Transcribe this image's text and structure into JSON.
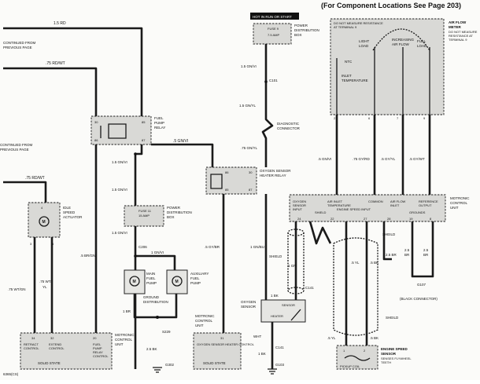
{
  "header": {
    "title": "(For Component Locations See Page 203)"
  },
  "labels": {
    "rd15": "1.5 RD",
    "continued_top": "CONTINUED FROM",
    "previous_page_top": "PREVIOUS PAGE",
    "rdwt75_top": ".75 RD/WT",
    "continued_mid": "CONTINUED FROM",
    "previous_page_mid": "PREVIOUS PAGE",
    "rdwt75_left": ".75 RD/WT",
    "hot_in_run": "HOT IN RUN OR START",
    "fuse9": "FUSE 9",
    "amp75": "7.5 AMP",
    "power_dist_1": "POWER",
    "power_dist_2": "DISTRIBUTION",
    "power_dist_3": "BOX",
    "gnvi15_a": "1.5 GN/VI",
    "c101": "C101",
    "gnyl15": "1.5 GN/YL",
    "diag_1": "DIAGNOSTIC",
    "diag_2": "CONNECTOR",
    "gnyl75": ".75 GN/YL",
    "fuel_pump_1": "FUEL",
    "fuel_pump_2": "PUMP",
    "fuel_pump_3": "RELAY",
    "gnvi5": ".5 GN/VI",
    "gnvi15_b": "1.5 GN/VI",
    "gnvi15_c": "1.5 GN/VI",
    "gnvi15_d": "1.5 GN/VI",
    "fuse11": "FUSE 11",
    "amp15": "15 AMP",
    "pdb2_1": "POWER",
    "pdb2_2": "DISTRIBUTION",
    "pdb2_3": "BOX",
    "c206": "C206",
    "gnvi1": "1 GN/VI",
    "o2_relay_1": "OXYGEN SENSOR",
    "o2_relay_2": "HEATER RELAY",
    "main_pump_1": "MAIN",
    "main_pump_2": "FUEL",
    "main_pump_3": "PUMP",
    "aux_pump_1": "AUXILIARY",
    "aux_pump_2": "FUEL",
    "aux_pump_3": "PUMP",
    "ground_dist_1": "GROUND",
    "ground_dist_2": "DISTRIBUTION",
    "br1": "1 BR",
    "s229": "S229",
    "bk25": "2.5 BK",
    "g302": "G302",
    "idle_1": "IDLE",
    "idle_2": "SPEED",
    "idle_3": "ACTUATOR",
    "br_gn": ".5 BR/GN",
    "wt_yl": ".75 WT/",
    "yl": "YL",
    "wt_gn": ".75 WT/GN",
    "motronic_1": "MOTRONIC",
    "motronic_2": "CONTROL",
    "motronic_3": "UNIT",
    "retract_1": "RETRACT",
    "retract_2": "CONTROL",
    "extend_1": "EXTEND",
    "extend_2": "CONTROL",
    "fprc_1": "FUEL",
    "fprc_2": "PUMP",
    "fprc_3": "RELAY",
    "fprc_4": "CONTROL",
    "solid_state_a": "SOLID STATE",
    "gybr5": ".5 GY/BR",
    "mcu2_1": "MOTRONIC",
    "mcu2_2": "CONTROL",
    "mcu2_3": "UNIT",
    "o2_heater_ctrl": "OXYGEN SENSOR HEATER CONTROL",
    "solid_state_b": "SOLID STATE",
    "gnbu1": "1 GN/BU",
    "shield_a": "SHIELD",
    "gn1": "1 GN",
    "c141_a": "C141",
    "bk1": "1 BK",
    "o2_sensor_1": "OXYGEN",
    "o2_sensor_2": "SENSOR",
    "sensor_lbl": "SENSOR",
    "heater_lbl": "HEATER",
    "wht": "WHT",
    "c141_b": "C141",
    "bk1_b": "1 BK",
    "g103": "G103",
    "resist_1": "DO NOT MEASURE RESISTANCE",
    "resist_2": "AT TERMINAL 9",
    "afm_1": "AIR FLOW",
    "afm_2": "METER",
    "afm_3": "DO NOT MEASURE",
    "afm_4": "RESISTANCE AT",
    "afm_5": "TERMINAL 9",
    "light_1": "LIGHT",
    "light_2": "LOAD",
    "incr_1": "INCREASING",
    "incr_2": "AIR FLOW",
    "full_1": "FULL",
    "full_2": "LOAD",
    "ntc": "NTC",
    "inlet_1": "INLET",
    "inlet_2": "TEMPERATURE",
    "gnvi5_b": ".5 GN/VI",
    "gyrd75": ".75 GY/RD",
    "gyyl5": ".5 GY/YL",
    "gywt5": ".5 GY/WT",
    "mcu3_1": "MOTRONIC",
    "mcu3_2": "CONTROL",
    "mcu3_3": "UNIT",
    "o2_input_1": "OXYGEN",
    "o2_input_2": "SENSOR",
    "o2_input_3": "INPUT",
    "shield_b": "SHIELD",
    "air_inlet_1": "AIR INLET",
    "air_inlet_2": "TEMPERATURE",
    "common": "COMMON",
    "air_flow_1": "AIR FLOW",
    "air_flow_2": "INLET",
    "ref_1": "REFERENCE",
    "ref_2": "OUTPUT",
    "eng_speed_input": "ENGINE SPEED INPUT",
    "grounds": "GROUNDS",
    "sheild": "SHEILD",
    "bk25_a": "2.5 BR",
    "br25_b": "2.5",
    "br25_c": "BR",
    "br25_d": "2.5",
    "br25_e": "BR",
    "yl5": ".5 YL",
    "bk5": ".5 BK",
    "black_conn": "(BLACK CONNECTOR)",
    "g107": "G107",
    "shield_c": "SHEILD",
    "yl5_b": ".5 YL",
    "bk5_b": ".5 BK",
    "ess_1": "ENGINE SPEED",
    "ess_2": "SENSOR",
    "ess_3": "SENSES FLYWHEEL",
    "ess_4": "TEETH",
    "pickup": "PICKUP COIL",
    "figure_id": "6365(CS)"
  },
  "pins": {
    "p30": "30",
    "p86": "86",
    "p85": "85",
    "p87": "87",
    "p30b": "30",
    "p86b": "86",
    "p85b": "85",
    "p87b": "87",
    "p4": "4",
    "p2": "2",
    "p3": "3",
    "p5": "5",
    "p34": "34",
    "p32": "32",
    "p20": "20",
    "p31": "31",
    "p27": "27",
    "p6": "6",
    "p15": "15",
    "p7": "7",
    "p21": "21",
    "p22": "22",
    "p8": "8",
    "p9": "9",
    "p24": "24",
    "p28": "28",
    "p19": "19",
    "p2b": "2",
    "p3b": "3",
    "p1": "1",
    "p2c": "2"
  }
}
